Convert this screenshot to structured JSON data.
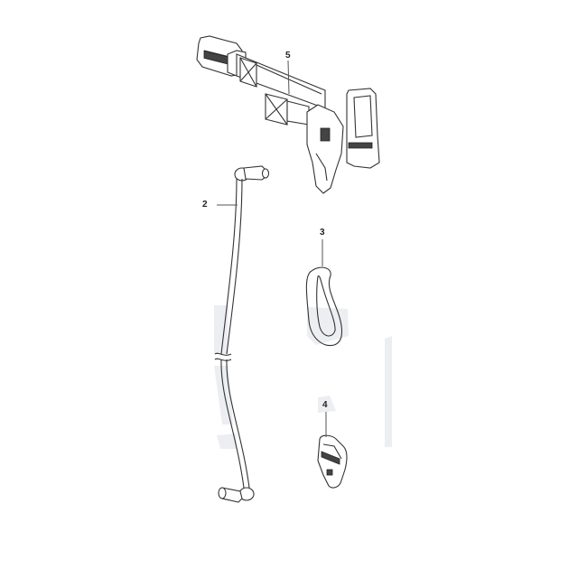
{
  "diagram": {
    "type": "exploded-parts-view",
    "callouts": [
      {
        "id": "5",
        "label": "5",
        "part": "harness-strap-with-buckle-and-hook"
      },
      {
        "id": "2",
        "label": "2",
        "part": "lanyard-cord"
      },
      {
        "id": "3",
        "label": "3",
        "part": "loop-ring"
      },
      {
        "id": "4",
        "label": "4",
        "part": "hook-clip"
      }
    ],
    "colors": {
      "line": "#333333",
      "watermark": "#eceef2",
      "background": "#ffffff"
    }
  }
}
